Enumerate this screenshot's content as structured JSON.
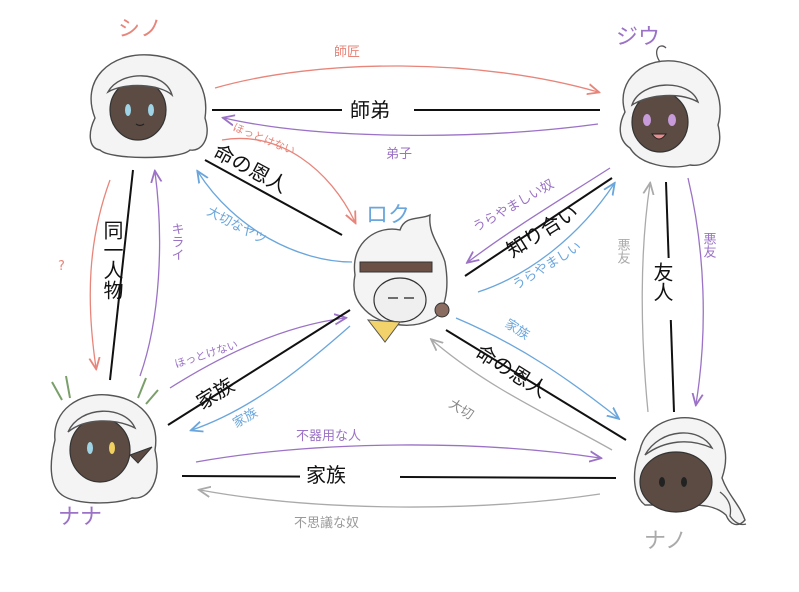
{
  "colors": {
    "red": "#e8857a",
    "purple": "#9b72c6",
    "blue": "#6aa6dc",
    "gray": "#aaaaaa",
    "black": "#111111"
  },
  "characters": {
    "shino": "シノ",
    "jiu": "ジウ",
    "roku": "ロク",
    "nana": "ナナ",
    "nano": "ナノ"
  },
  "labels": {
    "shishou": "師匠",
    "shitei": "師弟",
    "deshi": "弟子",
    "hottokenai_top": "ほっとけない",
    "inochi_onjin_top": "命の恩人",
    "taisetsuna": "大切なヤツ",
    "uramashii_yatsu": "うらやましい奴",
    "shiriai": "知り合い",
    "uramashii": "うらやましい",
    "dou_ichi_jinbutsu": "同一人物",
    "kirai": "キライ",
    "question": "?",
    "akuyuu_gray": "悪友",
    "yuujin": "友人",
    "akuyuu_purple": "悪友",
    "hottokenai_bottom": "ほっとけない",
    "kazoku_nana_roku": "家族",
    "kazoku_blue_left": "家族",
    "kazoku_blue_right": "家族",
    "inochi_onjin_bottom": "命の恩人",
    "taisetsu": "大切",
    "bukiyou": "不器用な人",
    "kazoku_bottom": "家族",
    "fushigi": "不思議な奴"
  }
}
